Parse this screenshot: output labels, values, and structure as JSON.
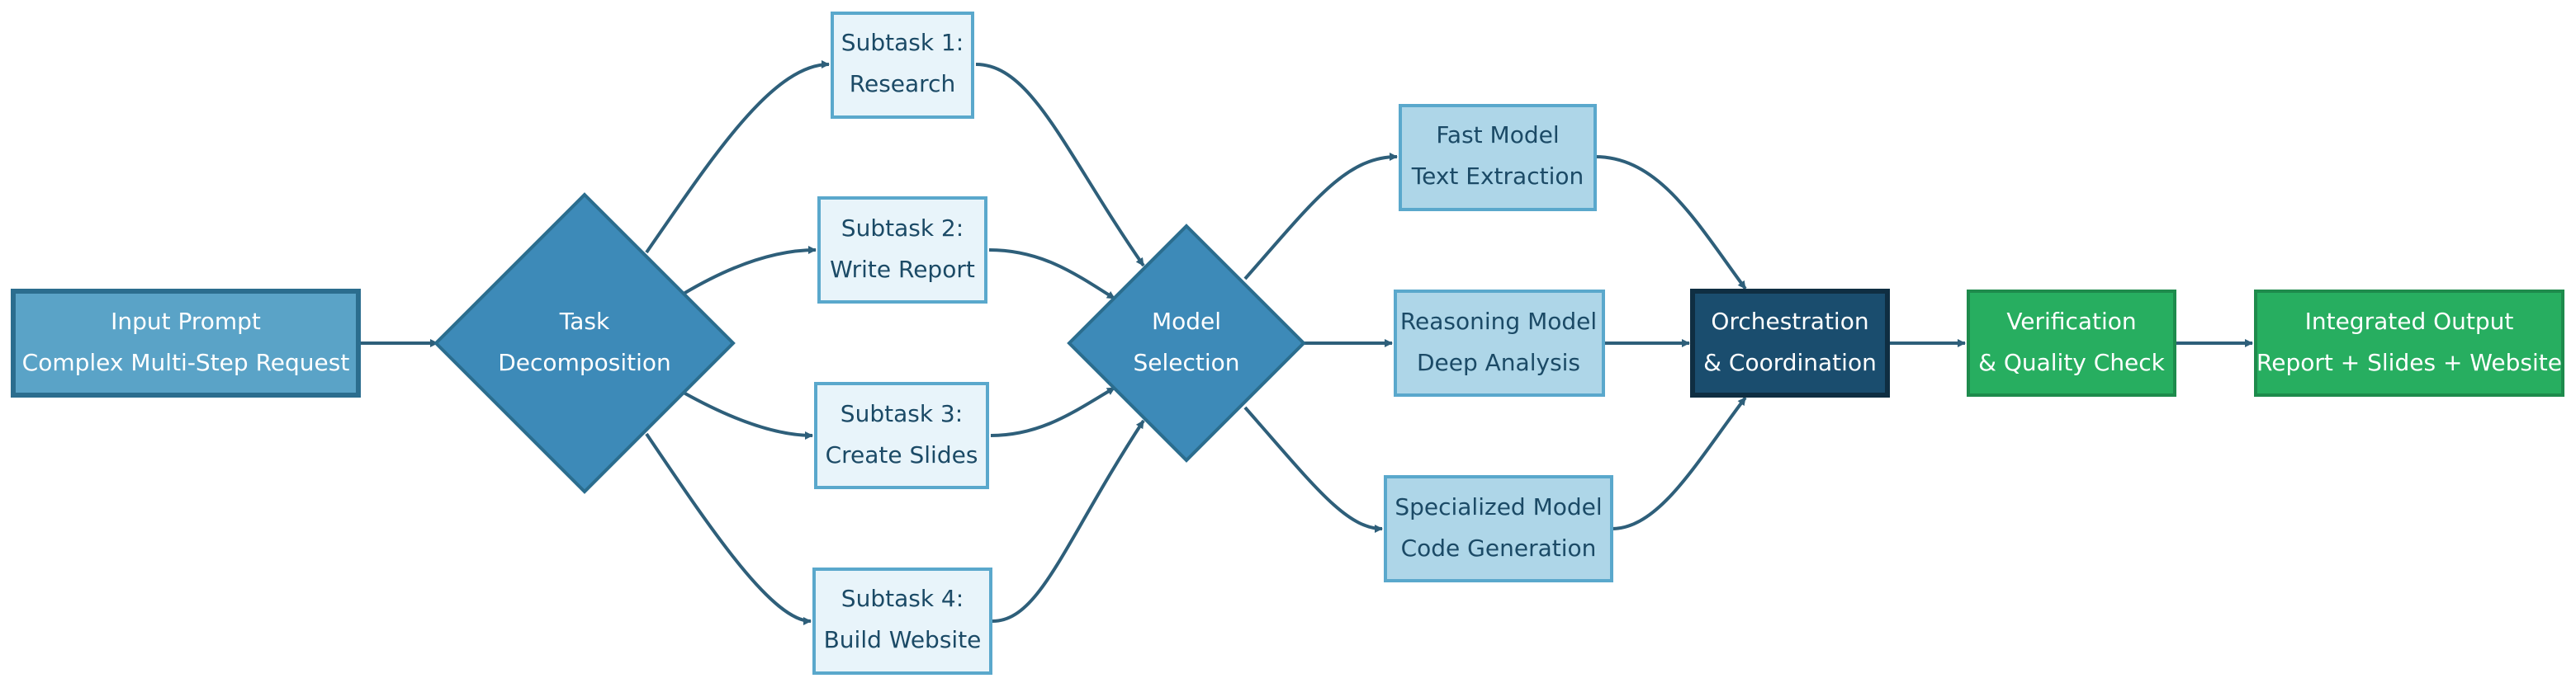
{
  "nodes": {
    "input": {
      "line1": "Input Prompt",
      "line2": "Complex Multi-Step Request"
    },
    "decompose": {
      "line1": "Task",
      "line2": "Decomposition"
    },
    "subtask1": {
      "line1": "Subtask 1:",
      "line2": "Research"
    },
    "subtask2": {
      "line1": "Subtask 2:",
      "line2": "Write Report"
    },
    "subtask3": {
      "line1": "Subtask 3:",
      "line2": "Create Slides"
    },
    "subtask4": {
      "line1": "Subtask 4:",
      "line2": "Build Website"
    },
    "model_selection": {
      "line1": "Model",
      "line2": "Selection"
    },
    "fast_model": {
      "line1": "Fast Model",
      "line2": "Text Extraction"
    },
    "reasoning_model": {
      "line1": "Reasoning Model",
      "line2": "Deep Analysis"
    },
    "specialized_model": {
      "line1": "Specialized Model",
      "line2": "Code Generation"
    },
    "orchestration": {
      "line1": "Orchestration",
      "line2": "& Coordination"
    },
    "verification": {
      "line1": "Verification",
      "line2": "& Quality Check"
    },
    "output": {
      "line1": "Integrated Output",
      "line2": "Report + Slides + Website"
    }
  },
  "colors": {
    "input_fill": "#5aa3c7",
    "input_stroke": "#2b6d8e",
    "diamond_fill": "#3d8ab8",
    "diamond_stroke": "#2b6d8e",
    "subtask_fill": "#e8f4fa",
    "subtask_stroke": "#5aa8cc",
    "model_fill": "#aed6e8",
    "model_stroke": "#5aa8cc",
    "orchestration_fill": "#1a4d6e",
    "orchestration_stroke": "#0f2e42",
    "green_fill": "#27ae60",
    "green_stroke": "#1e8b4c",
    "edge": "#2e5f7a",
    "dark_text": "#1b4a66",
    "light_text": "#ffffff"
  }
}
